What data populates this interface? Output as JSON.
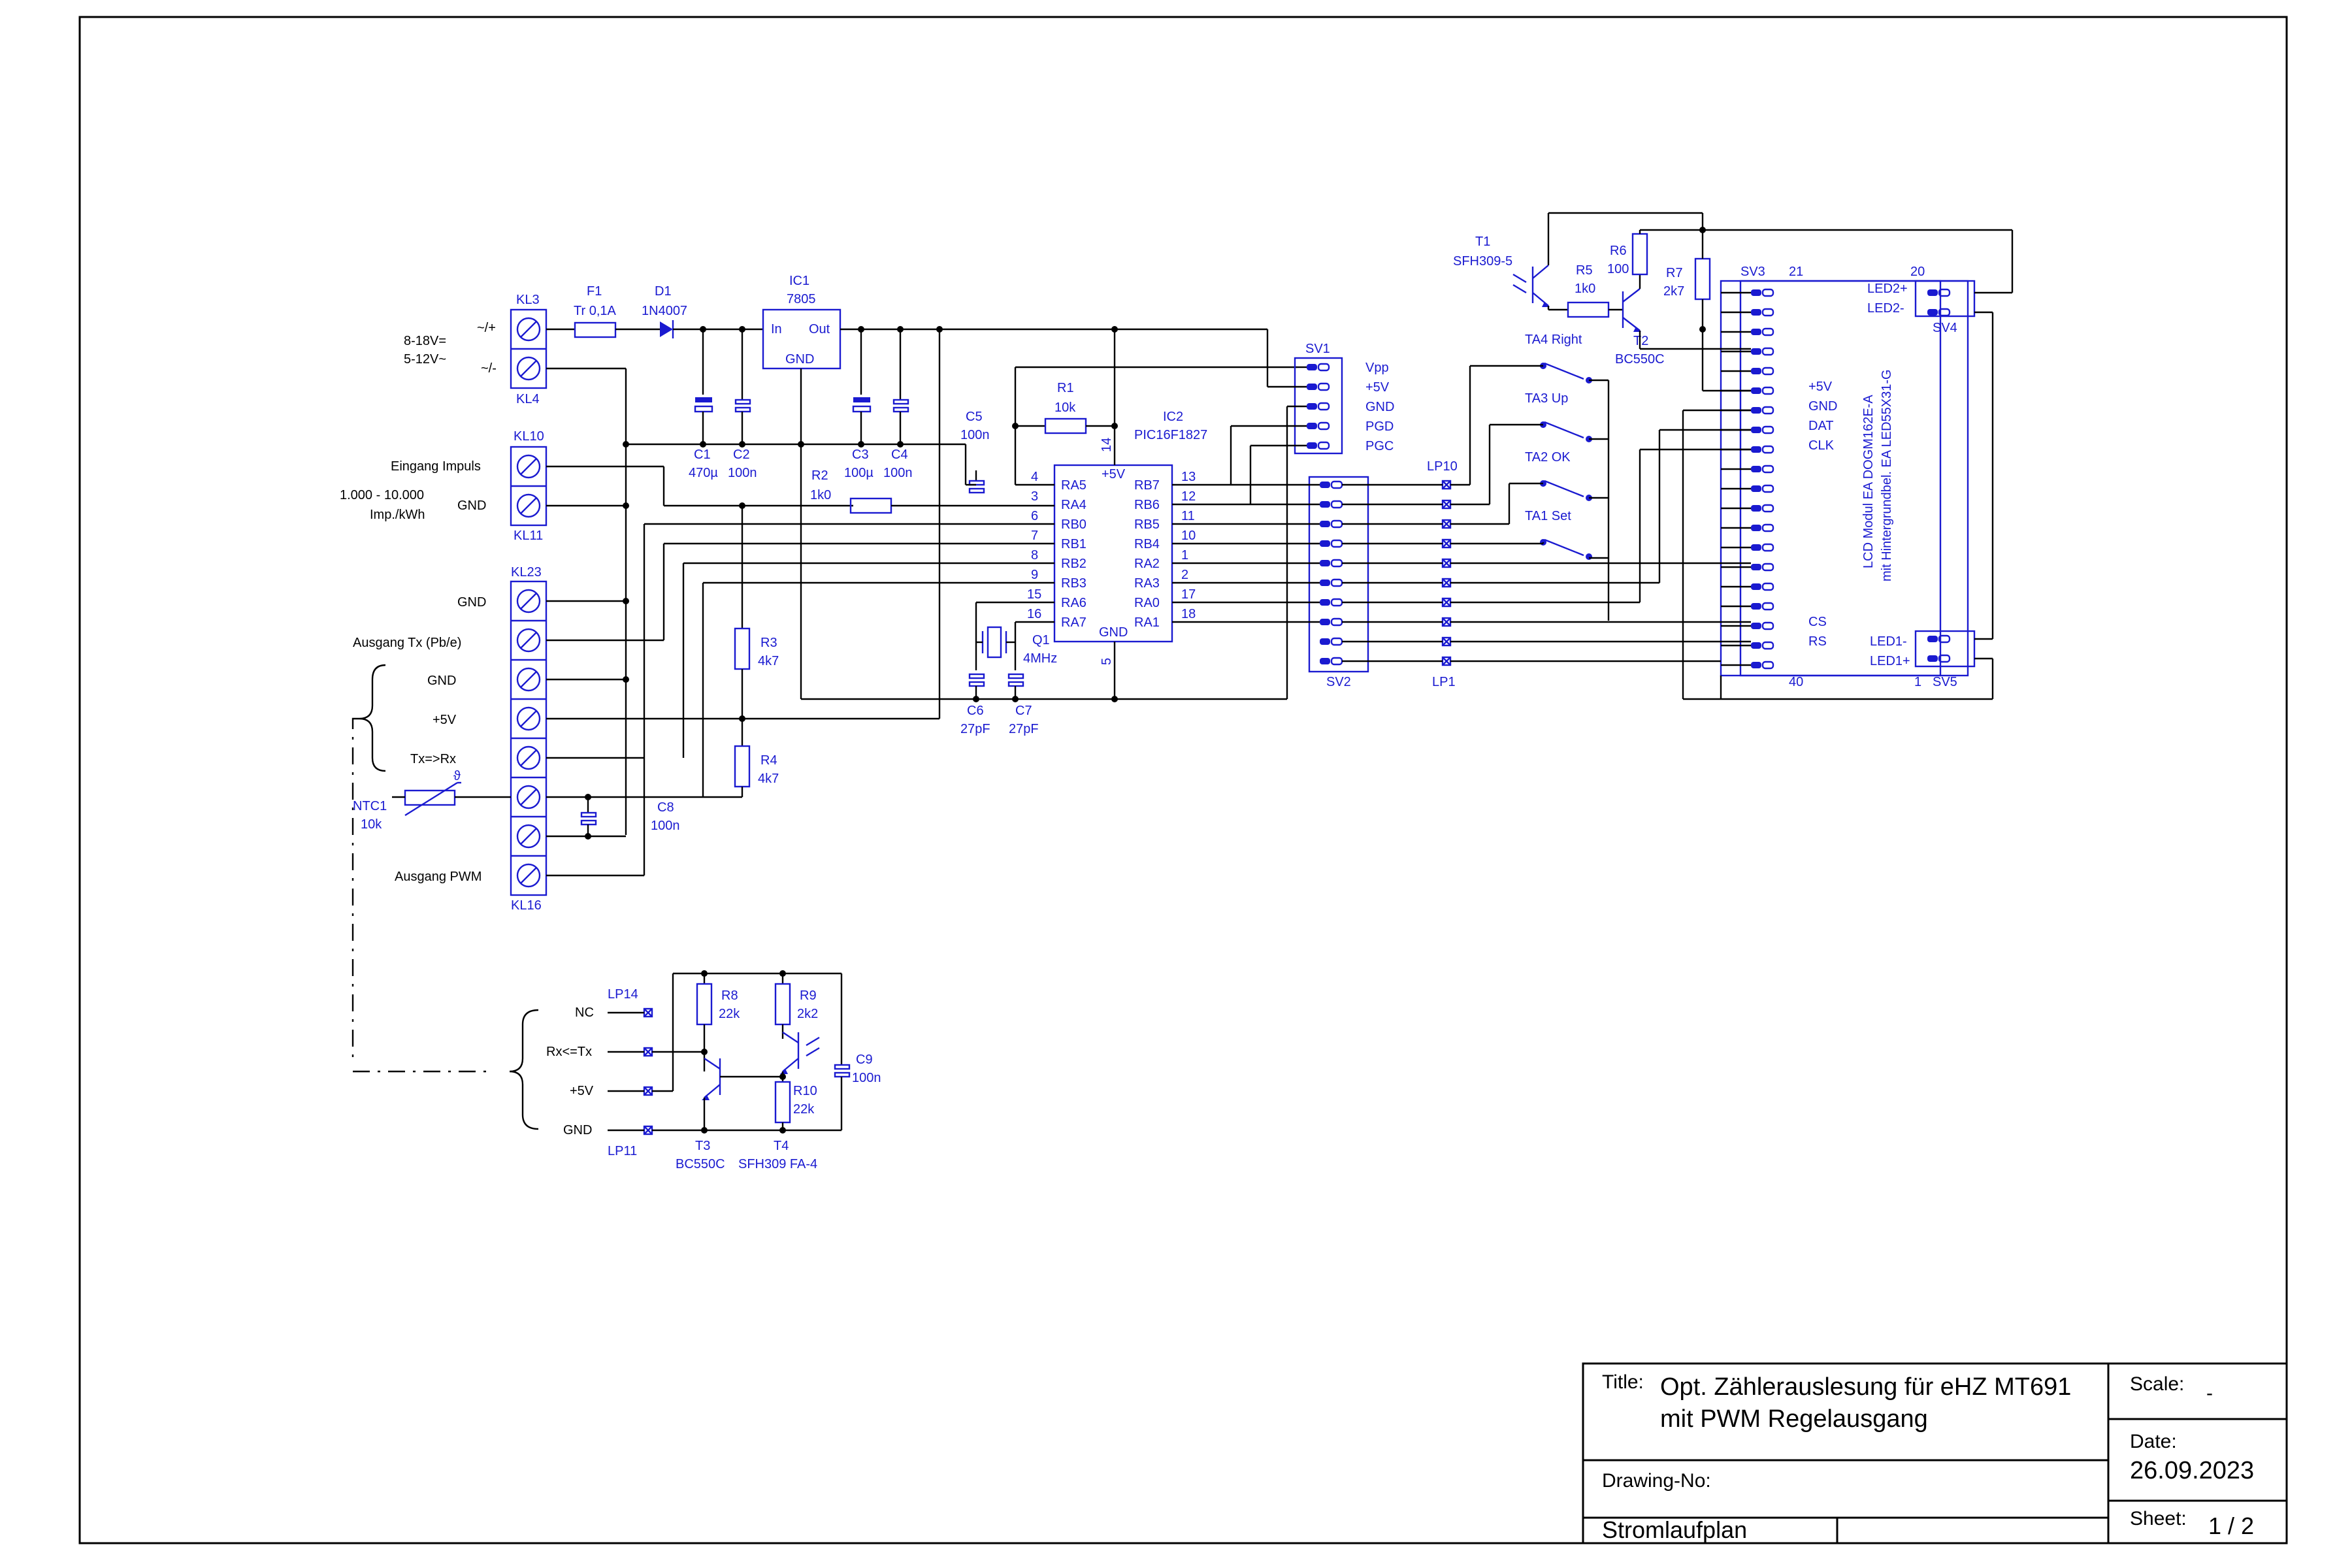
{
  "title_block": {
    "title_label": "Title:",
    "title_line1": "Opt. Zählerauslesung für eHZ MT691",
    "title_line2": "mit PWM Regelausgang",
    "drawing_no_label": "Drawing-No:",
    "drawing_type": "Stromlaufplan",
    "scale_label": "Scale:",
    "scale_value": "-",
    "date_label": "Date:",
    "date_value": "26.09.2023",
    "sheet_label": "Sheet:",
    "sheet_value": "1 / 2"
  },
  "power": {
    "supply_line1": "8-18V=",
    "supply_line2": "5-12V~",
    "plus": "~/+",
    "minus": "~/-",
    "kl3": "KL3",
    "kl4": "KL4",
    "f1": "F1",
    "f1_val": "Tr 0,1A",
    "d1": "D1",
    "d1_val": "1N4007",
    "ic1": "IC1",
    "ic1_val": "7805",
    "ic1_in": "In",
    "ic1_out": "Out",
    "ic1_gnd": "GND",
    "c1": "C1",
    "c1_val": "470µ",
    "c2": "C2",
    "c2_val": "100n",
    "c3": "C3",
    "c3_val": "100µ",
    "c4": "C4",
    "c4_val": "100n"
  },
  "inputs": {
    "kl10": "KL10",
    "kl11": "KL11",
    "eingang": "Eingang Impuls",
    "range1": "1.000 - 10.000",
    "range2": "Imp./kWh",
    "gnd": "GND",
    "kl23": "KL23",
    "kl16": "KL16",
    "gnd2": "GND",
    "ausgang_tx": "Ausgang Tx (Pb/e)",
    "gnd3": "GND",
    "plus5": "+5V",
    "txrx": "Tx=>Rx",
    "ausgang_pwm": "Ausgang PWM",
    "ntc": "NTC1",
    "ntc_val": "10k",
    "theta": "ϑ"
  },
  "mcu": {
    "r1": "R1",
    "r1_val": "10k",
    "ic2": "IC2",
    "ic2_val": "PIC16F1827",
    "c5": "C5",
    "c5_val": "100n",
    "r2": "R2",
    "r2_val": "1k0",
    "r3": "R3",
    "r3_val": "4k7",
    "r4": "R4",
    "r4_val": "4k7",
    "c8": "C8",
    "c8_val": "100n",
    "q1": "Q1",
    "q1_val": "4MHz",
    "c6": "C6",
    "c6_val": "27pF",
    "c7": "C7",
    "c7_val": "27pF",
    "vdd": "+5V",
    "vdd_pin": "14",
    "gnd": "GND",
    "gnd_pin": "5",
    "left_pins": [
      {
        "num": "4",
        "name": "RA5"
      },
      {
        "num": "3",
        "name": "RA4"
      },
      {
        "num": "6",
        "name": "RB0"
      },
      {
        "num": "7",
        "name": "RB1"
      },
      {
        "num": "8",
        "name": "RB2"
      },
      {
        "num": "9",
        "name": "RB3"
      },
      {
        "num": "15",
        "name": "RA6"
      },
      {
        "num": "16",
        "name": "RA7"
      }
    ],
    "right_pins": [
      {
        "num": "13",
        "name": "RB7"
      },
      {
        "num": "12",
        "name": "RB6"
      },
      {
        "num": "11",
        "name": "RB5"
      },
      {
        "num": "10",
        "name": "RB4"
      },
      {
        "num": "1",
        "name": "RA2"
      },
      {
        "num": "2",
        "name": "RA3"
      },
      {
        "num": "17",
        "name": "RA0"
      },
      {
        "num": "18",
        "name": "RA1"
      }
    ]
  },
  "connectors": {
    "sv1": "SV1",
    "sv1_pins": [
      "Vpp",
      "+5V",
      "GND",
      "PGD",
      "PGC"
    ],
    "sv2": "SV2",
    "lp10": "LP10",
    "lp1": "LP1"
  },
  "buttons": [
    "TA4 Right",
    "TA3 Up",
    "TA2 OK",
    "TA1 Set"
  ],
  "backlight": {
    "t1": "T1",
    "t1_val": "SFH309-5",
    "r5": "R5",
    "r5_val": "1k0",
    "r6": "R6",
    "r6_val": "100",
    "r7": "R7",
    "r7_val": "2k7",
    "t2": "T2",
    "t2_val": "BC550C"
  },
  "lcd": {
    "sv3": "SV3",
    "pin21": "21",
    "pin20": "20",
    "pin40": "40",
    "pin1": "1",
    "sv4": "SV4",
    "sv5": "SV5",
    "labels_left": [
      "+5V",
      "GND",
      "DAT",
      "CLK"
    ],
    "cs": "CS",
    "rs": "RS",
    "led2p": "LED2+",
    "led2m": "LED2-",
    "led1m": "LED1-",
    "led1p": "LED1+",
    "module1": "LCD Modul EA DOGM162E-A",
    "module2": "mit Hintergrundbel. EA LED55X31-G"
  },
  "probe": {
    "lp14": "LP14",
    "lp11": "LP11",
    "nc": "NC",
    "rxtx": "Rx<=Tx",
    "plus5": "+5V",
    "gnd": "GND",
    "r8": "R8",
    "r8_val": "22k",
    "r9": "R9",
    "r9_val": "2k2",
    "r10": "R10",
    "r10_val": "22k",
    "c9": "C9",
    "c9_val": "100n",
    "t3": "T3",
    "t3_val": "BC550C",
    "t4": "T4",
    "t4_val": "SFH309 FA-4"
  }
}
